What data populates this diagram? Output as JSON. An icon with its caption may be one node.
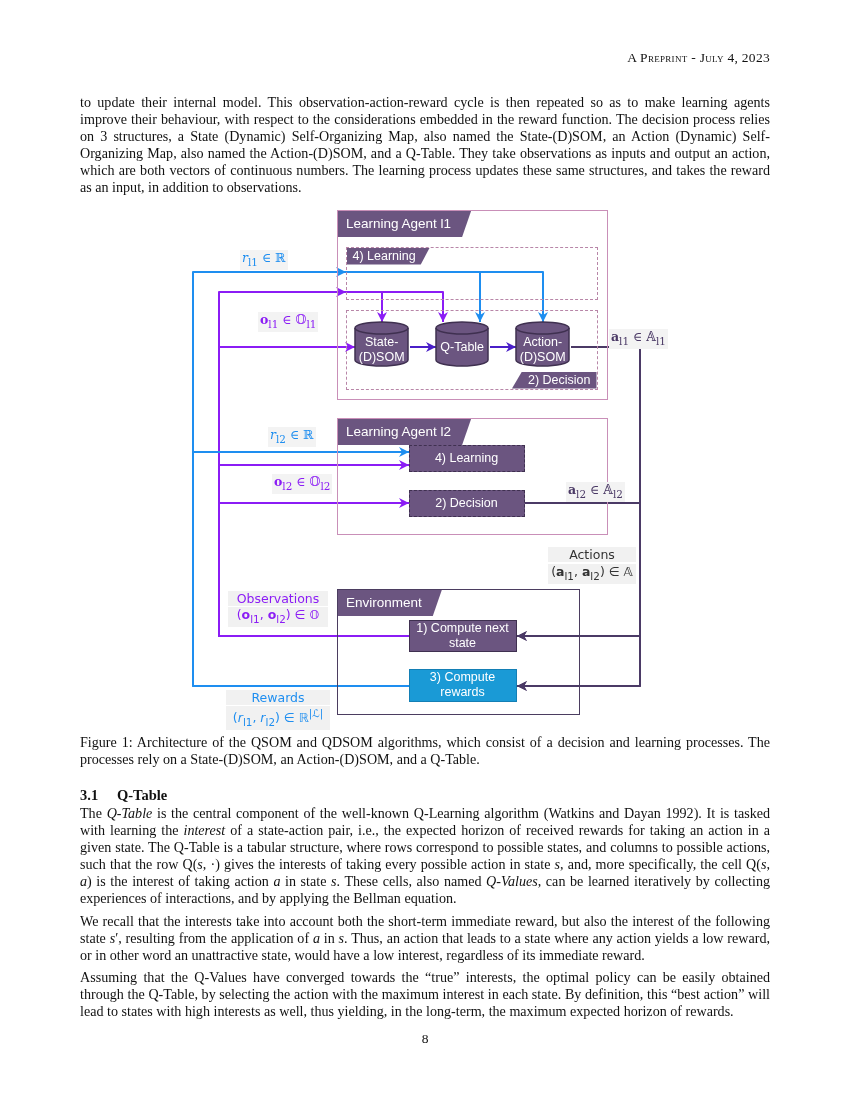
{
  "diagram": {
    "caption": "Figure 1: Architecture of the QSOM and QDSOM algorithms, which consist of a decision and learning processes. The processes rely on a State-(D)SOM, an Action-(D)SOM, and a Q-Table.",
    "nodes": [
      {
        "text": [
          "Learning Agent l1"
        ]
      },
      {
        "text": [
          "4) Learning"
        ],
        "in": 0
      },
      {
        "text": [
          "2) Decision"
        ],
        "in": 0
      },
      {
        "text": [
          "State-(D)SOM"
        ],
        "in": 2
      },
      {
        "text": [
          "Q-Table"
        ],
        "in": 2
      },
      {
        "text": [
          "Action-(D)SOM"
        ],
        "in": 2
      },
      {
        "text": [
          "Learning Agent l2"
        ]
      },
      {
        "text": [
          "4) Learning"
        ],
        "in": 6
      },
      {
        "text": [
          "2) Decision"
        ],
        "in": 6
      },
      {
        "text": [
          "Environment"
        ]
      },
      {
        "text": [
          "1) Compute next state"
        ],
        "in": 9
      },
      {
        "text": [
          "3) Compute rewards"
        ],
        "in": 9
      }
    ],
    "edges": [
      {
        "from": 11,
        "to": 1,
        "arrow": "to",
        "label": "*r*$_{l1}$ ∈ ℝ",
        "color": "#1e8ef0"
      },
      {
        "from": 1,
        "to": 4,
        "arrow": "to",
        "color": "#1e8ef0"
      },
      {
        "from": 1,
        "to": 5,
        "arrow": "to",
        "color": "#1e8ef0"
      },
      {
        "from": 10,
        "to": 1,
        "arrow": "to"
      },
      {
        "from": 1,
        "to": 3,
        "arrow": "to"
      },
      {
        "from": 1,
        "to": 4,
        "arrow": "to"
      },
      {
        "from": 10,
        "to": 3,
        "arrow": "to",
        "label": "**o**$_{l1}$ ∈ 𝕆$_{l1}$"
      },
      {
        "from": 3,
        "to": 4,
        "arrow": "to",
        "color": "#4a1fc8"
      },
      {
        "from": 4,
        "to": 5,
        "arrow": "to",
        "color": "#4a1fc8"
      },
      {
        "from": 5,
        "to": 10,
        "arrow": "to",
        "label": "**a**$_{l1}$ ∈ 𝔸$_{l1}$",
        "color": "#4b3a66"
      },
      {
        "from": 5,
        "to": 11,
        "arrow": "to",
        "color": "#4b3a66"
      },
      {
        "from": 11,
        "to": 7,
        "arrow": "to",
        "label": "*r*$_{l2}$ ∈ ℝ",
        "color": "#1e8ef0"
      },
      {
        "from": 10,
        "to": 7,
        "arrow": "to"
      },
      {
        "from": 10,
        "to": 8,
        "arrow": "to",
        "label": "**o**$_{l2}$ ∈ 𝕆$_{l2}$"
      },
      {
        "from": 8,
        "to": 10,
        "arrow": "to",
        "label": "**a**$_{l2}$ ∈ 𝔸$_{l2}$",
        "color": "#4b3a66"
      },
      {
        "from": 8,
        "to": 11,
        "arrow": "to",
        "color": "#4b3a66"
      }
    ],
    "labels": [
      "A Preprint - July 4, 2023",
      "to update their internal model. This observation-action-reward cycle is then repeated so as to make learning agents improve their behaviour, with respect to the considerations embedded in the reward function. The decision process relies on 3 structures, a State (Dynamic) Self-Organizing Map, also named the State-(D)SOM, an Action (Dynamic) Self-Organizing Map, also named the Action-(D)SOM, and a Q-Table. They take observations as inputs and output an action, which are both vectors of continuous numbers. The learning process updates these same structures, and takes the reward as an input, in addition to observations.",
      "Actions",
      "(**a**$_{l1}$, **a**$_{l2}$) ∈ 𝔸",
      "Observations",
      "(**o**$_{l1}$, **o**$_{l2}$) ∈ 𝕆",
      "Rewards",
      "(*r*$_{l1}$, *r*$_{l2}$) ∈ ℝ$^{|ℒ|}$",
      "3.1",
      "Q-Table",
      "The *Q-Table* is the central component of the well-known Q-Learning algorithm (Watkins and Dayan 1992). It is tasked with learning the *interest* of a state-action pair, i.e., the expected horizon of received rewards for taking an action in a given state. The Q-Table is a tabular structure, where rows correspond to possible states, and columns to possible actions, such that the row Q(*s*, ·) gives the interests of taking every possible action in state *s*, and, more specifically, the cell Q(*s*, *a*) is the interest of taking action *a* in state *s*. These cells, also named *Q-Values*, can be learned iteratively by collecting experiences of interactions, and by applying the Bellman equation.",
      "We recall that the interests take into account both the short-term immediate reward, but also the interest of the following state *s*′, resulting from the application of *a* in *s*. Thus, an action that leads to a state where any action yields a low reward, or in other word an unattractive state, would have a low interest, regardless of its immediate reward.",
      "Assuming that the Q-Values have converged towards the “true” interests, the optimal policy can be easily obtained through the Q-Table, by selecting the action with the maximum interest in each state. By definition, this “best action” will lead to states with high interests as well, thus yielding, in the long-term, the maximum expected horizon of rewards.",
      "8"
    ]
  }
}
